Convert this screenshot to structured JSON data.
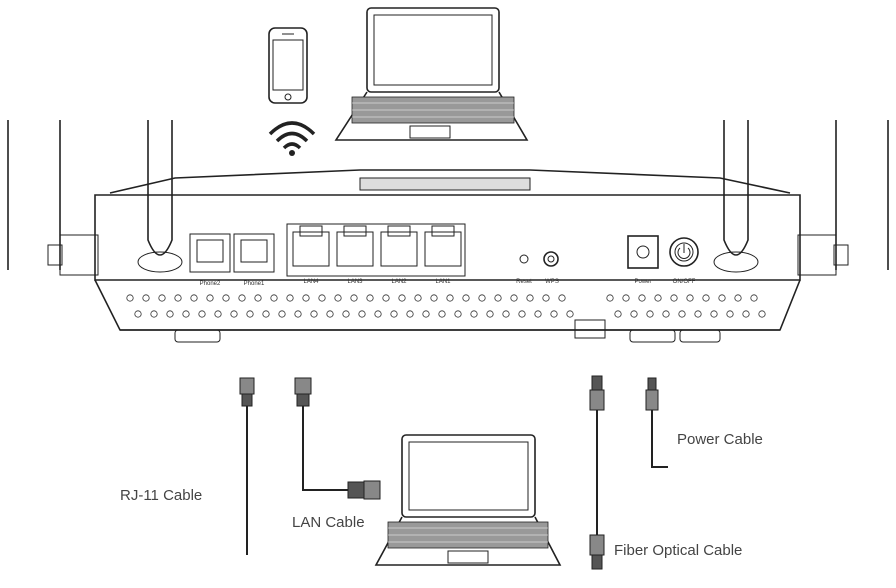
{
  "ports": {
    "phone2": "Phone2",
    "phone1": "Phone1",
    "lan4": "LAN4",
    "lan3": "LAN3",
    "lan2": "LAN2",
    "lan1": "LAN1",
    "reset": "Reset",
    "wps": "WPS",
    "power": "Power",
    "onoff": "ON/OFF"
  },
  "cables": {
    "rj11": "RJ-11 Cable",
    "lan": "LAN Cable",
    "power": "Power  Cable",
    "fiber": "Fiber Optical Cable"
  },
  "icons": [
    "phone-icon",
    "wifi-icon",
    "laptop-icon",
    "router-icon"
  ]
}
